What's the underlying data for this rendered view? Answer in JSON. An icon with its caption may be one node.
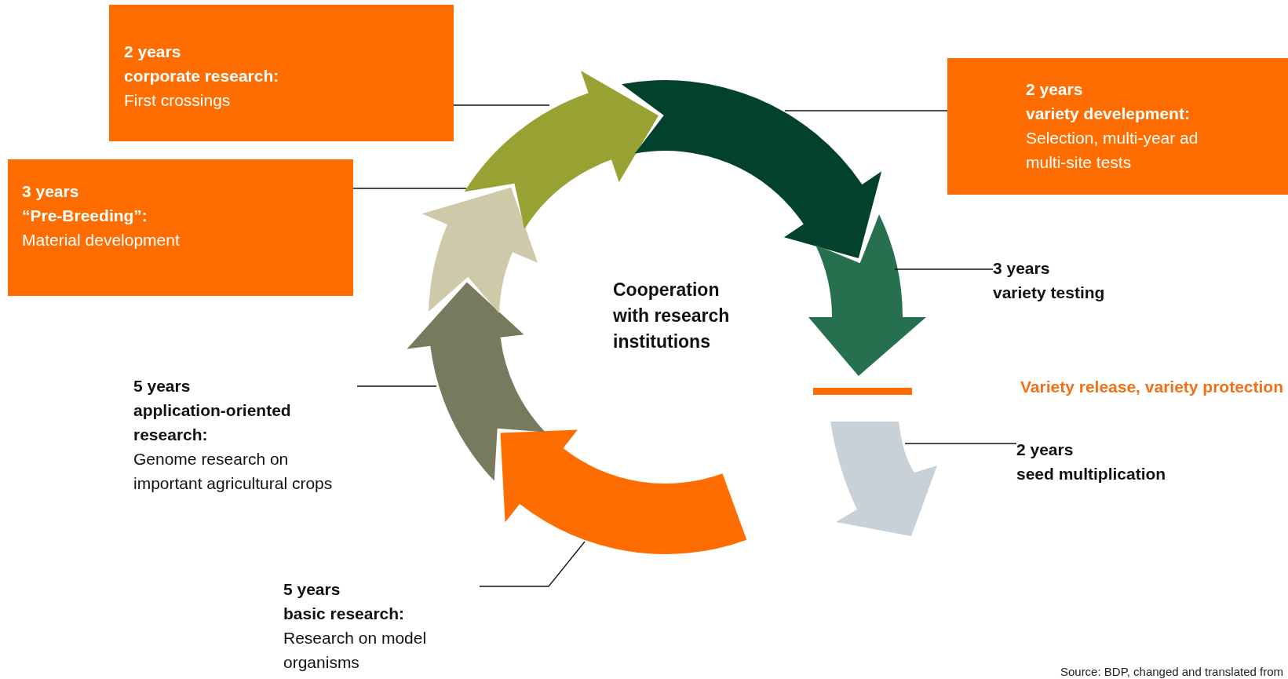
{
  "diagram": {
    "nodes": [
      {
        "text": [
          "2 years",
          "corporate research:",
          "First crossings"
        ]
      },
      {
        "text": [
          "2 years",
          "variety develepment:",
          "Selection, multi-year ad multi-site tests"
        ]
      },
      {
        "text": [
          "3 years",
          "“Pre-Breeding”:",
          "Material development"
        ]
      },
      {
        "text": [
          "3 years",
          "variety testing"
        ]
      },
      {
        "text": [
          "5 years",
          "application-oriented research:",
          "Genome research on important agricultural crops"
        ]
      },
      {
        "text": [
          "5 years",
          "basic research:",
          "Research on model organisms"
        ]
      },
      {
        "text": [
          "2 years",
          "seed multiplication"
        ]
      },
      {
        "text": [],
        "shape": "arrow"
      },
      {
        "text": [],
        "shape": "arrow"
      },
      {
        "text": [],
        "shape": "arrow"
      },
      {
        "text": [],
        "shape": "arrow"
      },
      {
        "text": [],
        "shape": "arrow"
      },
      {
        "text": [],
        "shape": "arrow"
      },
      {
        "text": [],
        "shape": "arrow"
      }
    ],
    "edges": [
      {
        "from": 0,
        "to": 7,
        "arrow": "none"
      },
      {
        "from": 1,
        "to": 8,
        "arrow": "none"
      },
      {
        "from": 2,
        "to": 9,
        "arrow": "none"
      },
      {
        "from": 3,
        "to": 10,
        "arrow": "none"
      },
      {
        "from": 4,
        "to": 11,
        "arrow": "none"
      },
      {
        "from": 5,
        "to": 12,
        "arrow": "none"
      },
      {
        "from": 6,
        "to": 13,
        "arrow": "none"
      }
    ],
    "labels": [
      "Cooperation with research institutions",
      "Variety release, variety protection",
      "Source: BDP, changed and translated from"
    ]
  }
}
